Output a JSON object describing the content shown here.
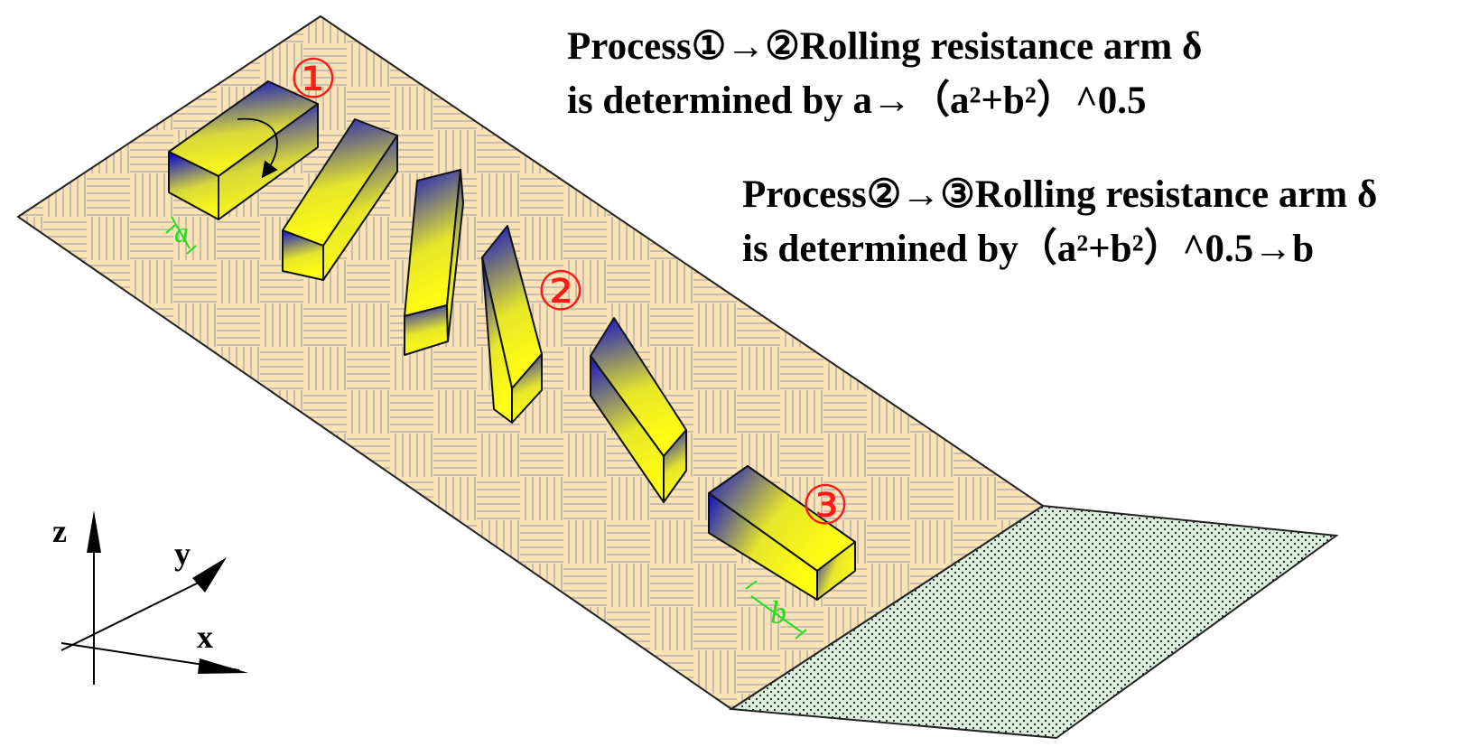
{
  "captions": [
    {
      "line1": "Process①→②Rolling resistance arm δ",
      "line2": "is determined by a→（a²+b²）^0.5"
    },
    {
      "line1": "Process②→③Rolling resistance arm δ",
      "line2": "is determined by（a²+b²）^0.5→b"
    }
  ],
  "stage_markers": [
    "①",
    "②",
    "③"
  ],
  "dimension_labels": {
    "a": "a",
    "b": "b"
  },
  "axes": {
    "x": "x",
    "y": "y",
    "z": "z"
  },
  "colors": {
    "slope_fill": "#fbe3b6",
    "slope_hatch": "#a9a9a9",
    "ground_fill": "#dbeedd",
    "ground_dots": "#222222",
    "block_top": "#1010c8",
    "block_bottom": "#ffff10",
    "marker": "#ff1a1a",
    "dimension": "#22dd22"
  }
}
